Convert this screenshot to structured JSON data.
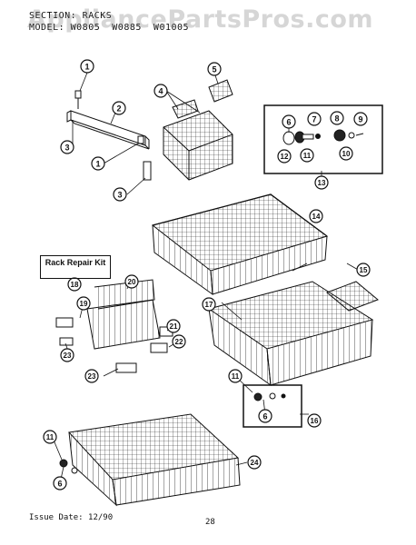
{
  "header": {
    "line1": "SECTION: RACKS",
    "line2": "MODEL: W0805  W0885  W01005"
  },
  "watermark": "AppliancePartsPros.com",
  "kit_label": "Rack Repair Kit",
  "callouts": [
    "1",
    "2",
    "3",
    "4",
    "5",
    "6",
    "7",
    "8",
    "9",
    "10",
    "11",
    "12",
    "13",
    "14",
    "15",
    "16",
    "17",
    "18",
    "19",
    "20",
    "21",
    "22",
    "23",
    "24"
  ],
  "footer": {
    "issue_date": "Issue Date: 12/90",
    "page_number": "28"
  },
  "colors": {
    "ink": "#111111",
    "background": "#ffffff",
    "watermark": "#9a9a9a"
  }
}
